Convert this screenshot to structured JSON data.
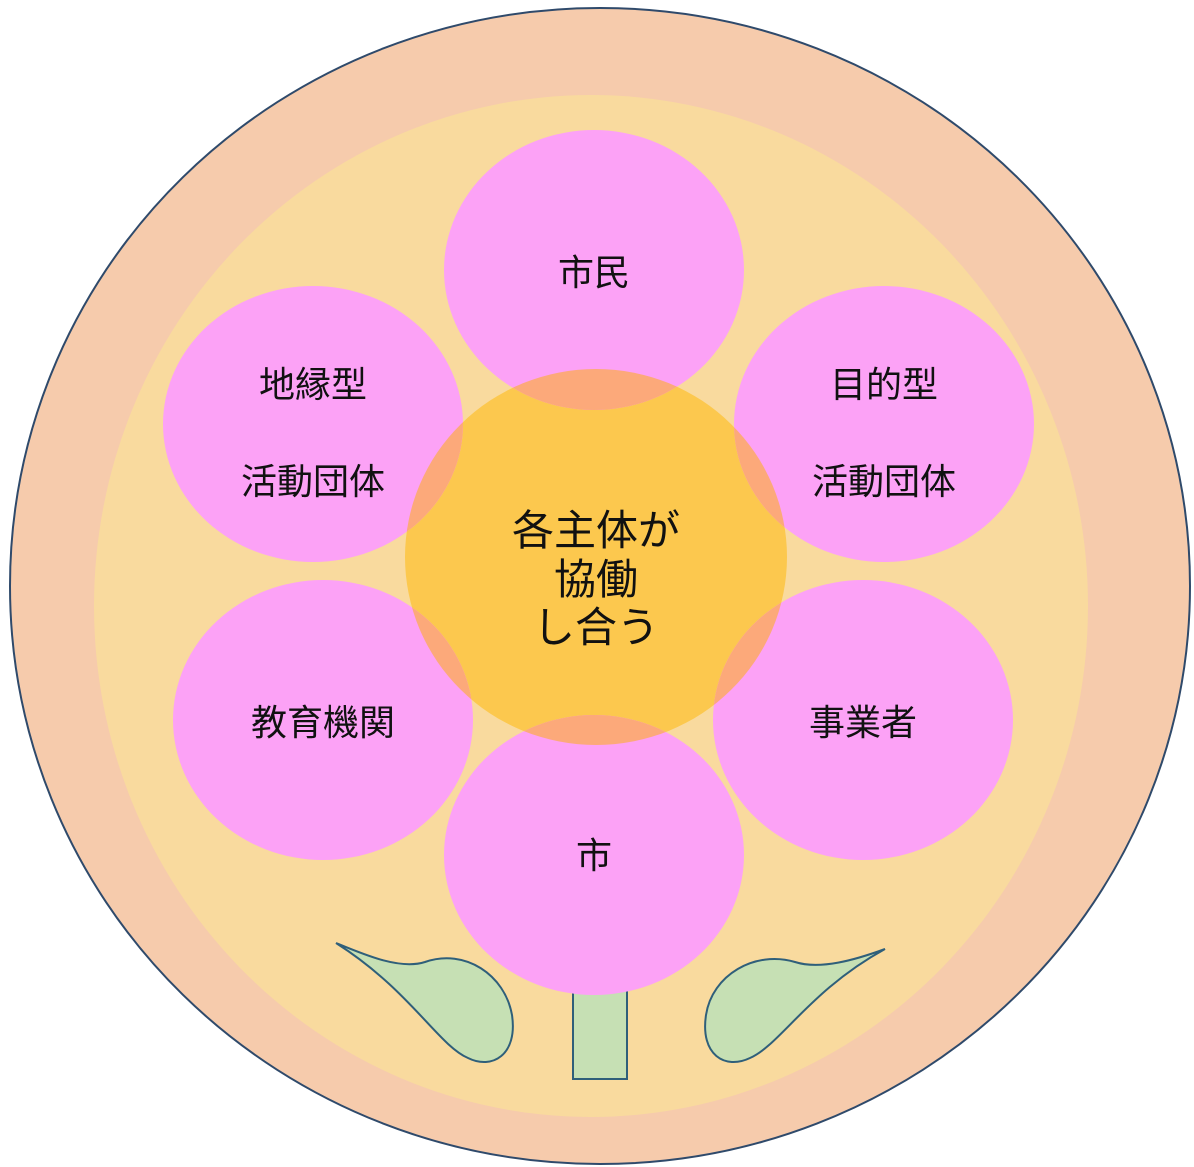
{
  "diagram": {
    "center": {
      "lines": [
        "各主体が",
        "協働",
        "し合う"
      ]
    },
    "petals": {
      "top": {
        "lines": [
          "市民"
        ]
      },
      "upper_left": {
        "lines": [
          "地縁型",
          "活動団体"
        ]
      },
      "upper_right": {
        "lines": [
          "目的型",
          "活動団体"
        ]
      },
      "lower_left": {
        "lines": [
          "教育機関"
        ]
      },
      "lower_right": {
        "lines": [
          "事業者"
        ]
      },
      "bottom": {
        "lines": [
          "市"
        ]
      }
    }
  },
  "colors": {
    "outer_ring": "#F6CBAC",
    "outer_border": "#2F4A6B",
    "inner_disc": "#F9DA9E",
    "petal": "#FCA2F6",
    "center": "#FCC84E",
    "overlap": "#FCA97A",
    "leaf": "#C6E0B4",
    "leaf_stroke": "#2F5F7A"
  }
}
